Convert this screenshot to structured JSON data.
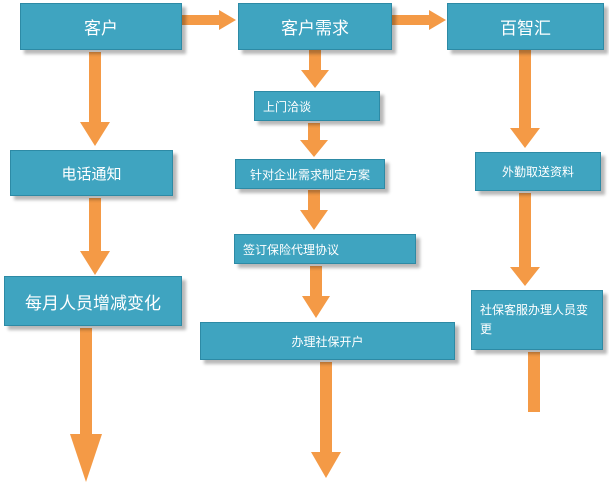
{
  "colors": {
    "box": "#3fa4c0",
    "arrow": "#f49a46",
    "text": "#ffffff"
  },
  "nodes": {
    "customer": "客户",
    "customer_needs": "客户需求",
    "baizhihui": "百智汇",
    "phone_notice": "电话通知",
    "monthly_change": "每月人员增减变化",
    "negotiate": "上门洽谈",
    "plan": "针对企业需求制定方案",
    "sign_agreement": "签订保险代理协议",
    "open_account": "办理社保开户",
    "field_collect": "外勤取送资料",
    "social_change": "社保客服办理人员变更"
  }
}
